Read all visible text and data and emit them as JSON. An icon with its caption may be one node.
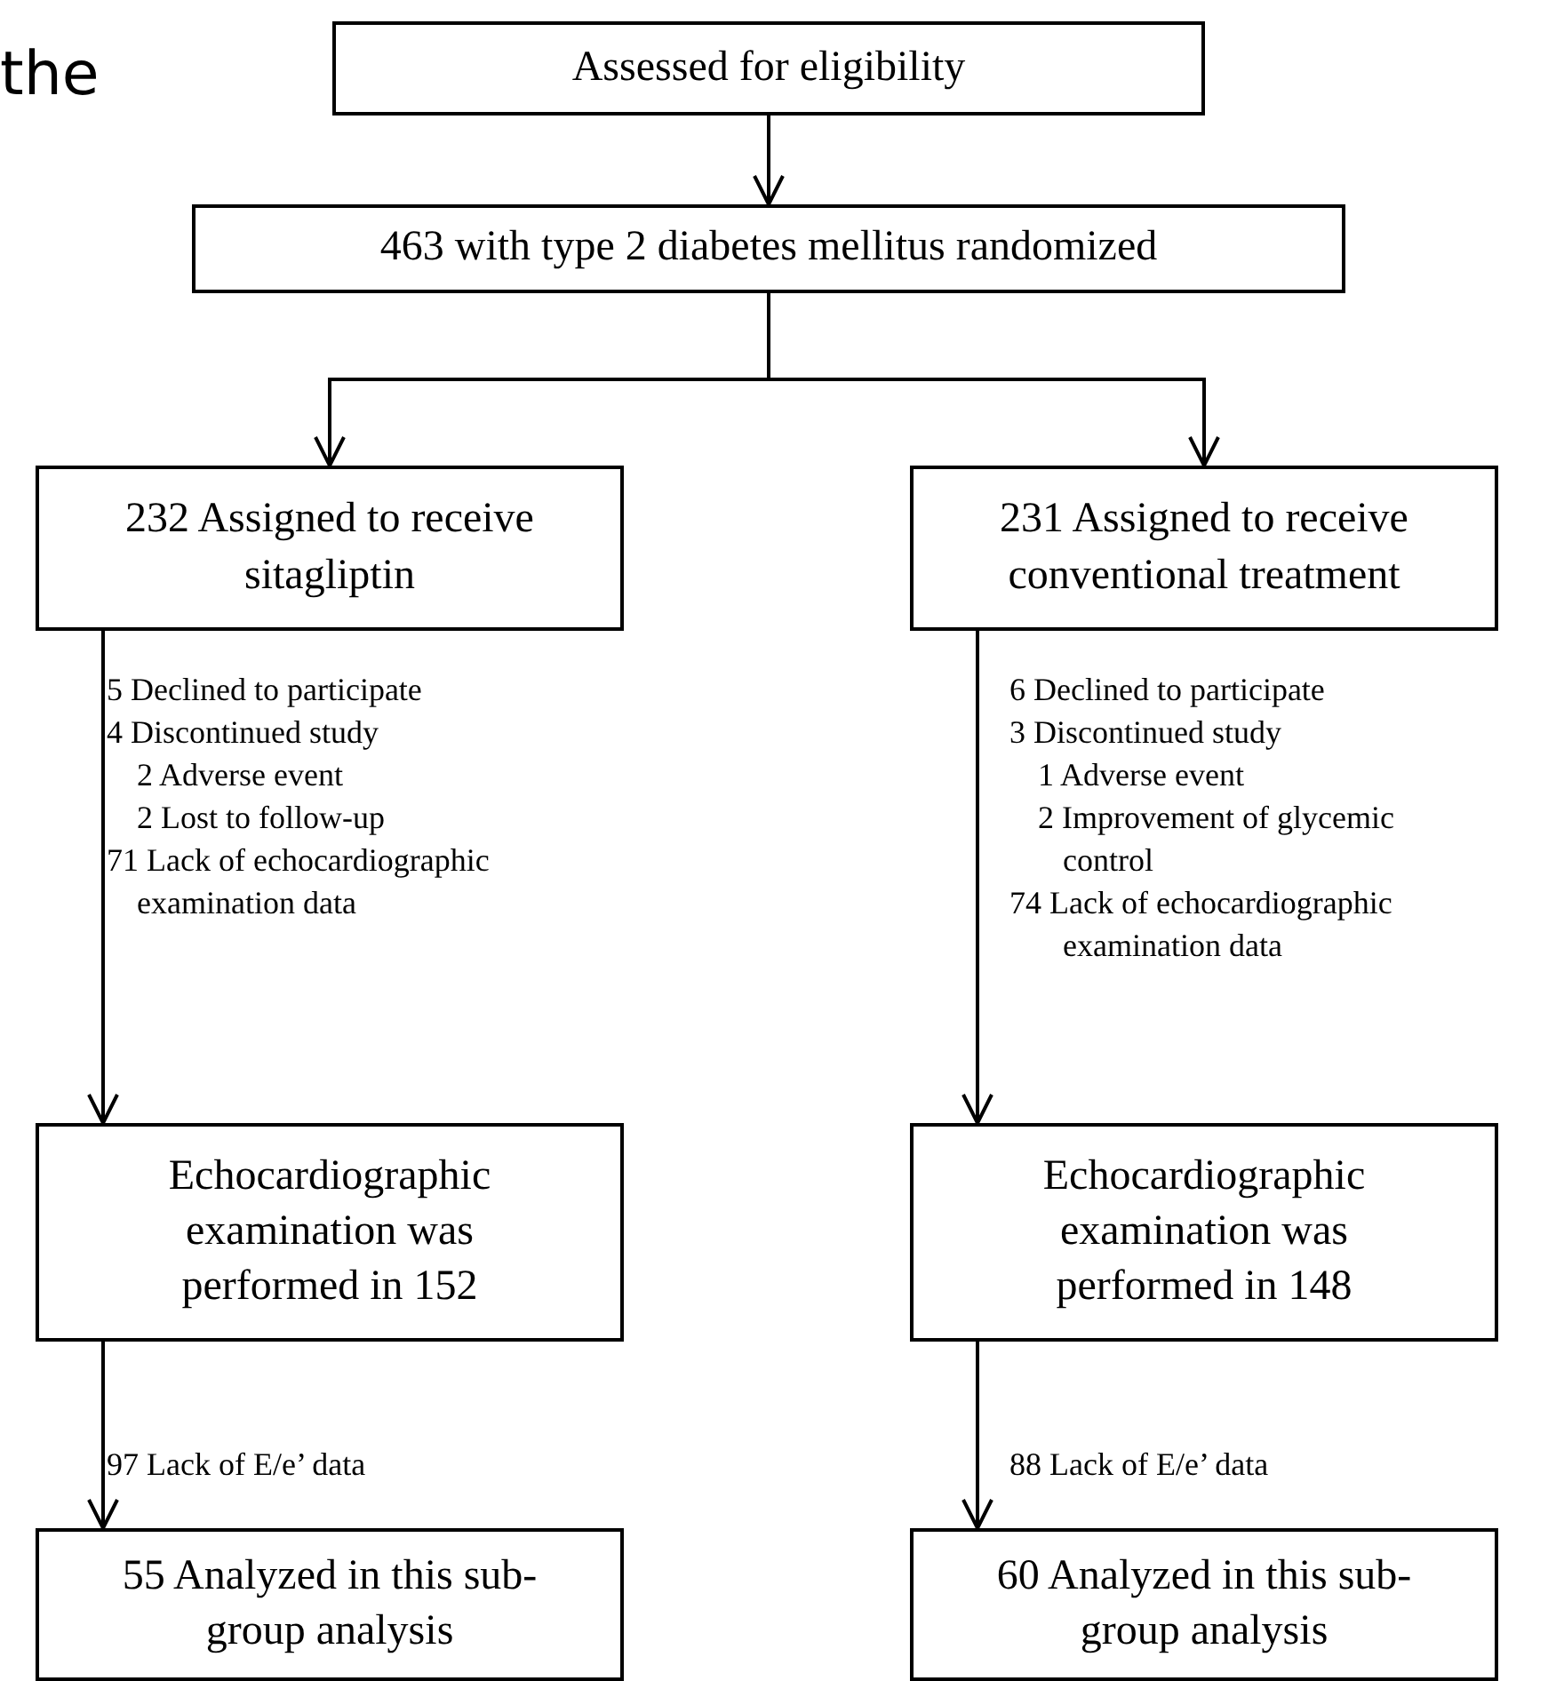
{
  "diagram": {
    "nodes": [
      {
        "text": [
          "Assessed for eligibility"
        ]
      },
      {
        "text": [
          "463 with type 2 diabetes mellitus randomized"
        ]
      },
      {
        "text": [
          "232 Assigned to receive sitagliptin"
        ]
      },
      {
        "text": [
          "231 Assigned to receive conventional treatment"
        ]
      },
      {
        "text": [
          "Echocardiographic examination was performed in 152"
        ]
      },
      {
        "text": [
          "Echocardiographic examination was performed in 148"
        ]
      },
      {
        "text": [
          "55 Analyzed in this sub-group analysis"
        ]
      },
      {
        "text": [
          "60 Analyzed in this sub-group analysis"
        ]
      }
    ],
    "edges": [
      {
        "from": 0,
        "to": 1,
        "arrow": "to"
      },
      {
        "from": 1,
        "to": 2,
        "arrow": "to"
      },
      {
        "from": 1,
        "to": 3,
        "arrow": "to"
      },
      {
        "from": 2,
        "to": 4,
        "arrow": "to"
      },
      {
        "from": 3,
        "to": 5,
        "arrow": "to"
      },
      {
        "from": 4,
        "to": 6,
        "arrow": "to"
      },
      {
        "from": 5,
        "to": 7,
        "arrow": "to"
      }
    ],
    "labels": [
      "the",
      "5 Declined to participate",
      "4 Discontinued study",
      "2 Adverse event",
      "2 Lost to follow-up",
      "71 Lack of echocardiographic examination data",
      "6 Declined to participate",
      "3 Discontinued study",
      "1 Adverse event",
      "2 Improvement of glycemic control",
      "74 Lack of echocardiographic examination data",
      "97 Lack of E/e’ data",
      "88 Lack of E/e’ data"
    ]
  }
}
